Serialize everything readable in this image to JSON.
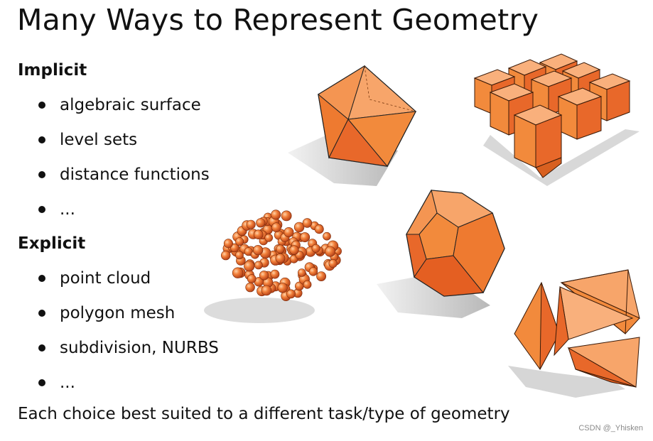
{
  "slide": {
    "title": "Many Ways to Represent Geometry",
    "implicit": {
      "heading": "Implicit",
      "items": [
        "algebraic surface",
        "level sets",
        "distance functions",
        "..."
      ]
    },
    "explicit": {
      "heading": "Explicit",
      "items": [
        "point cloud",
        "polygon mesh",
        "subdivision, NURBS",
        "..."
      ]
    },
    "footer": "Each choice best suited to a different task/type of geometry",
    "watermark": "CSDN @_Yhisken"
  },
  "colors": {
    "orange_light": "#f7a56a",
    "orange": "#f28a3c",
    "orange_dark": "#e8682a",
    "shadow": "#c8c8c8"
  },
  "illustrations": [
    "icosahedron-icon",
    "voxel-grid-icon",
    "point-cloud-icon",
    "dodecahedron-icon",
    "exploded-tetrahedra-icon"
  ]
}
